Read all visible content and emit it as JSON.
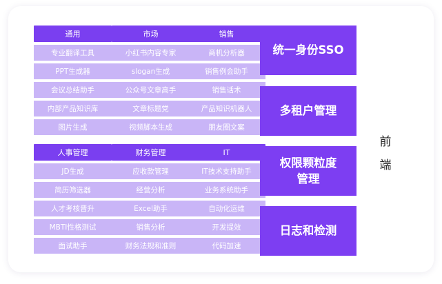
{
  "groups_top": [
    {
      "header": "通用",
      "items": [
        "专业翻译工具",
        "PPT生成器",
        "会议总结助手",
        "内部产品知识库",
        "图片生成"
      ]
    },
    {
      "header": "市场",
      "items": [
        "小红书内容专家",
        "slogan生成",
        "公众号文章高手",
        "文章标题党",
        "视频脚本生成"
      ]
    },
    {
      "header": "销售",
      "items": [
        "商机分析器",
        "销售例会助手",
        "销售话术",
        "产品知识机器人",
        "朋友圈文案"
      ]
    }
  ],
  "groups_bottom": [
    {
      "header": "人事管理",
      "items": [
        "JD生成",
        "简历筛选器",
        "人才考核晋升",
        "MBTI性格测试",
        "面试助手"
      ]
    },
    {
      "header": "财务管理",
      "items": [
        "应收款管理",
        "经营分析",
        "Excel助手",
        "销售分析",
        "财务法规和准则"
      ]
    },
    {
      "header": "IT",
      "items": [
        "IT技术支持助手",
        "业务系统助手",
        "自动化运维",
        "开发提效",
        "代码加速"
      ]
    }
  ],
  "blocks": [
    "统一身份SSO",
    "多租户管理",
    "权限颗粒度管理",
    "日志和检测"
  ],
  "side_label": [
    "前",
    "端"
  ],
  "colors": {
    "header": "#7a3ff0",
    "item": "#c9b5f7",
    "block": "#7d3ef2"
  }
}
